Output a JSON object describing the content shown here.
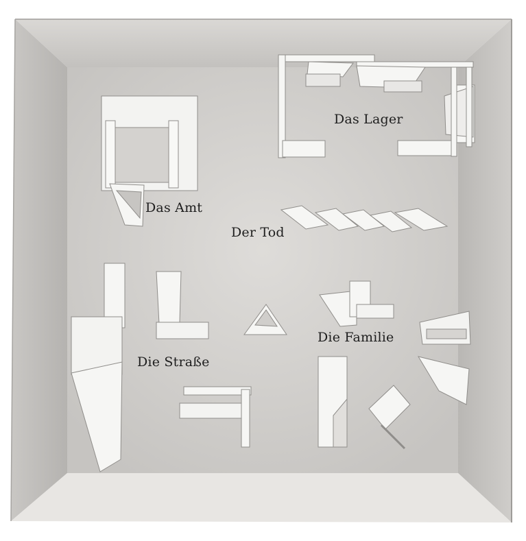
{
  "labels": {
    "lager": "Das Lager",
    "amt": "Das Amt",
    "tod": "Der Tod",
    "familie": "Die Familie",
    "strasse": "Die Straße"
  },
  "colors": {
    "background": "#ffffff",
    "floor": "#cfcdca",
    "wall_left": "#bdbbb8",
    "wall_right": "#c4c2bf",
    "wall_top": "#d6d4d1",
    "wall_bottom": "#e4e2df",
    "model_white": "#f6f6f4",
    "model_shadow": "#a9a7a4",
    "model_edge": "#8f8d8a",
    "text": "#1e1e1e"
  }
}
